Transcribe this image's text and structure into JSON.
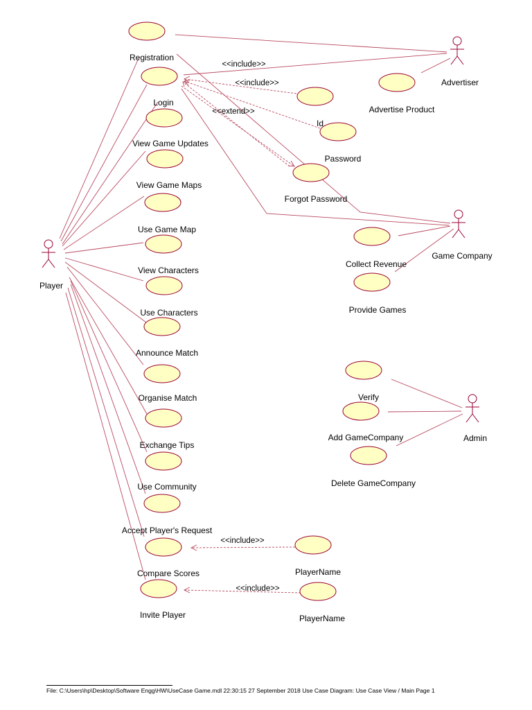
{
  "colors": {
    "usecase_fill": "#ffffc4",
    "line": "#b8485e",
    "outline": "#990033"
  },
  "actors": [
    {
      "id": "player",
      "label": "Player"
    },
    {
      "id": "advertiser",
      "label": "Advertiser"
    },
    {
      "id": "gamecompany",
      "label": "Game Company"
    },
    {
      "id": "admin",
      "label": "Admin"
    }
  ],
  "use_cases": [
    {
      "id": "registration",
      "label": "Registration"
    },
    {
      "id": "login",
      "label": "Login"
    },
    {
      "id": "view_game_updates",
      "label": "View Game Updates"
    },
    {
      "id": "view_game_maps",
      "label": "View Game Maps"
    },
    {
      "id": "use_game_map",
      "label": "Use Game Map"
    },
    {
      "id": "view_characters",
      "label": "View Characters"
    },
    {
      "id": "use_characters",
      "label": "Use Characters"
    },
    {
      "id": "announce_match",
      "label": "Announce Match"
    },
    {
      "id": "organise_match",
      "label": "Organise Match"
    },
    {
      "id": "exchange_tips",
      "label": "Exchange Tips"
    },
    {
      "id": "use_community",
      "label": "Use Community"
    },
    {
      "id": "accept_request",
      "label": "Accept Player's Request"
    },
    {
      "id": "compare_scores",
      "label": "Compare Scores"
    },
    {
      "id": "invite_player",
      "label": "Invite Player"
    },
    {
      "id": "id",
      "label": "Id"
    },
    {
      "id": "password",
      "label": "Password"
    },
    {
      "id": "forgot_password",
      "label": "Forgot Password"
    },
    {
      "id": "advertise_product",
      "label": "Advertise Product"
    },
    {
      "id": "collect_revenue",
      "label": "Collect Revenue"
    },
    {
      "id": "provide_games",
      "label": "Provide Games"
    },
    {
      "id": "verify",
      "label": "Verify"
    },
    {
      "id": "add_gamecompany",
      "label": "Add GameCompany"
    },
    {
      "id": "delete_gamecompany",
      "label": "Delete GameCompany"
    },
    {
      "id": "playername_1",
      "label": "PlayerName"
    },
    {
      "id": "playername_2",
      "label": "PlayerName"
    }
  ],
  "stereotypes": {
    "include_registration": "<<include>>",
    "include_id": "<<include>>",
    "extend_forgot": "<<extend>>",
    "include_playername_1": "<<include>>",
    "include_playername_2": "<<include>>"
  },
  "footer": {
    "text": "File: C:\\Users\\hp\\Desktop\\Software Engg\\HW\\UseCase Game.mdl    22:30:15 27 September 2018    Use Case Diagram: Use Case View / Main  Page 1"
  }
}
